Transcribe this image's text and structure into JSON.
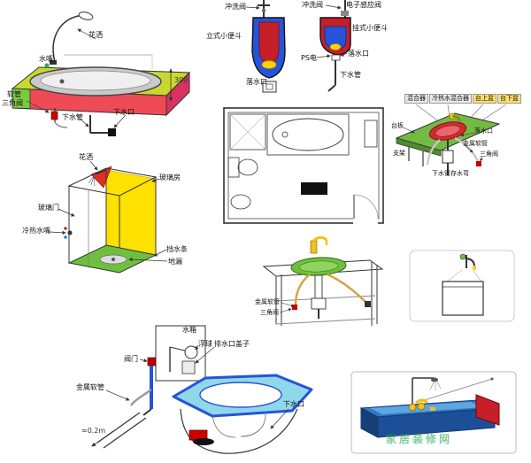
{
  "labels": {
    "bathtub": {
      "shower": "花洒",
      "spout": "水嘴",
      "hose": "软管",
      "angle_valve": "三角阀",
      "drain_pipe": "下水管",
      "drain_outlet": "下水口",
      "dim": "300"
    },
    "urinal_standing": {
      "flush_valve": "冲洗阀",
      "name": "立式小便斗",
      "drain": "落水口"
    },
    "urinal_wall": {
      "flush_valve": "冲洗阀",
      "sensor": "电子感应阀",
      "name": "挂式小便斗",
      "ps": "PS电",
      "drain": "落水口",
      "drain_pipe": "下水管"
    },
    "corner_basin": {
      "mixer": "混合器",
      "hot_cold_mixer": "冷热水混合器",
      "countertop_basin": "台上盆",
      "undercounter_basin": "台下盆",
      "counter": "台板",
      "drain": "落水口",
      "metal_hose": "金属软管",
      "angle_valve": "三角阀",
      "bracket": "支架",
      "trap": "下水管存水弯"
    },
    "shower_room": {
      "shower": "花洒",
      "glass_room": "玻璃房",
      "glass_door": "玻璃门",
      "hot_cold_spout": "冷热水嘴",
      "water_bar": "挡水条",
      "floor_drain": "地漏"
    },
    "basin_stand": {
      "metal_hose": "金属软管",
      "angle_valve": "三角阀"
    },
    "toilet": {
      "tank": "水箱",
      "float_ball": "浮球",
      "drain_cover": "排水口盖子",
      "valve": "阀门",
      "metal_hose": "金属软管",
      "dim": "≈0.2m",
      "drain_outlet": "下水口"
    },
    "watermark": "家居装修网"
  }
}
